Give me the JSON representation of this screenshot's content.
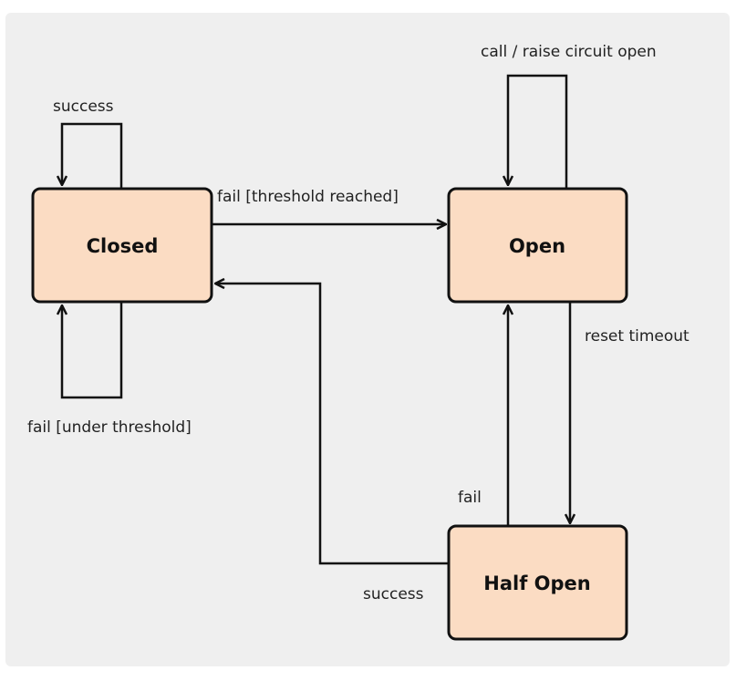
{
  "diagram": {
    "states": {
      "closed": "Closed",
      "open": "Open",
      "half_open": "Half Open"
    },
    "transitions": {
      "closed_success": "success",
      "closed_fail_under": "fail [under threshold]",
      "closed_to_open": "fail [threshold reached]",
      "open_self": "call / raise circuit open",
      "open_to_half": "reset timeout",
      "half_to_open": "fail",
      "half_to_closed": "success"
    },
    "colors": {
      "background": "#efefef",
      "state_fill": "#fbdcc3",
      "stroke": "#111111"
    }
  }
}
